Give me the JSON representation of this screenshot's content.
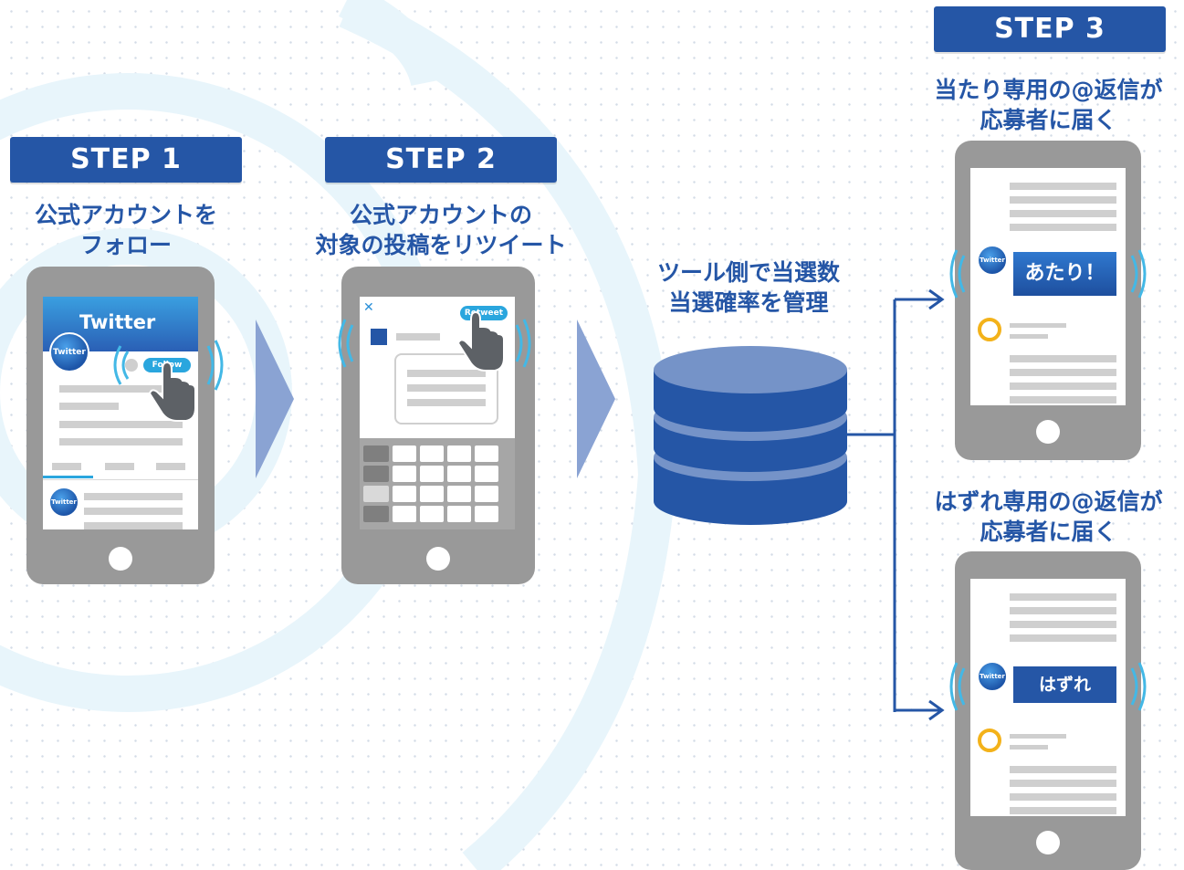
{
  "steps": {
    "step1": {
      "badge": "STEP 1",
      "caption_line1": "公式アカウントを",
      "caption_line2": "フォロー",
      "screen_title": "Twitter",
      "avatar_label": "Twitter",
      "follow_button": "Follow",
      "bottom_avatar_label": "Twitter"
    },
    "step2": {
      "badge": "STEP 2",
      "caption_line1": "公式アカウントの",
      "caption_line2": "対象の投稿をリツイート",
      "close_glyph": "✕",
      "retweet_button": "Retweet"
    },
    "step3": {
      "badge": "STEP 3"
    }
  },
  "tool": {
    "caption_line1": "ツール側で当選数",
    "caption_line2": "当選確率を管理"
  },
  "win": {
    "caption_line1": "当たり専用の@返信が",
    "caption_line2": "応募者に届く",
    "avatar_label": "Twitter",
    "result_label": "あたり！"
  },
  "lose": {
    "caption_line1": "はずれ専用の@返信が",
    "caption_line2": "応募者に届く",
    "avatar_label": "Twitter",
    "result_label": "はずれ"
  },
  "colors": {
    "brand_blue": "#2556a6",
    "phone_gray": "#999999",
    "arrow_blue": "#8aa3d3",
    "light_cyan": "#e9f5fb"
  },
  "icons": [
    "hand-pointer-icon",
    "vibration-arc-icon",
    "database-icon",
    "arrow-icon",
    "user-avatar-icon",
    "close-icon"
  ]
}
